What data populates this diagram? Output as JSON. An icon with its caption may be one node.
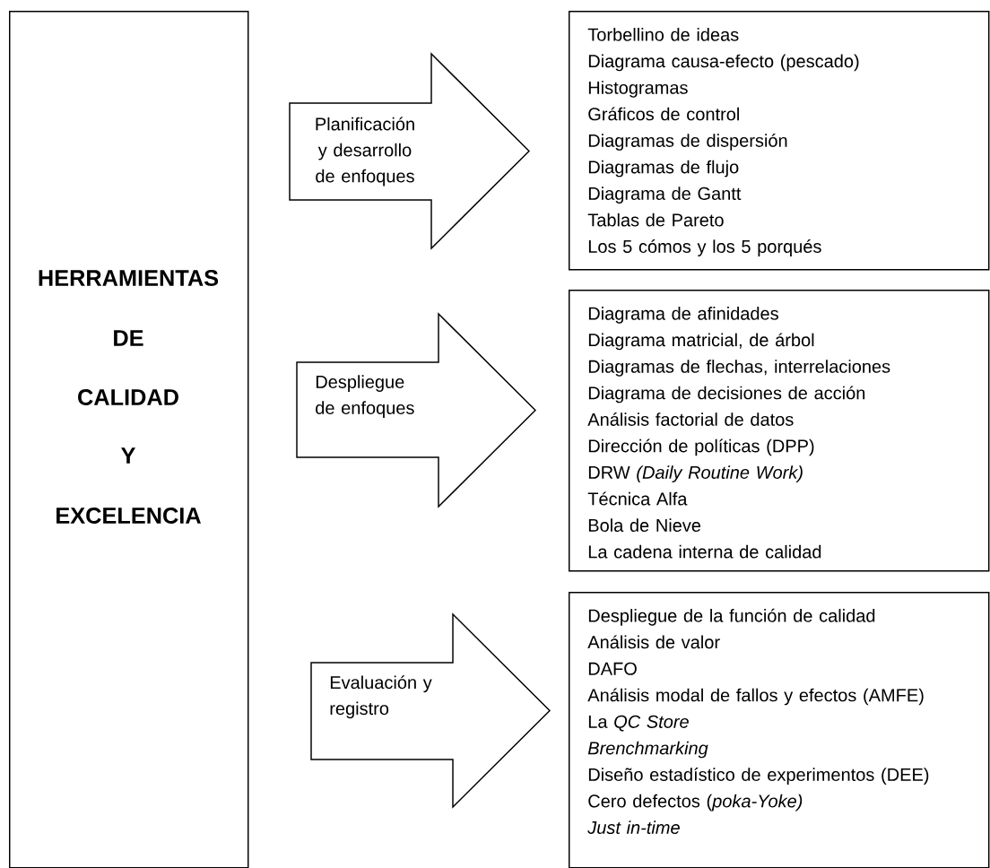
{
  "diagram": {
    "nodes": [
      {
        "text": [
          "HERRAMIENTAS",
          "DE",
          "CALIDAD",
          "Y",
          "EXCELENCIA"
        ]
      },
      {
        "text": [
          "Planificación y desarrollo de enfoques"
        ]
      },
      {
        "text": [
          "Torbellino de ideas",
          "Diagrama causa-efecto (pescado)",
          "Histogramas",
          "Gráficos de control",
          "Diagramas de dispersión",
          "Diagramas de flujo",
          "Diagrama de Gantt",
          "Tablas de Pareto",
          "Los 5 cómos y los 5 porqués"
        ]
      },
      {
        "text": [
          "Despliegue de enfoques"
        ]
      },
      {
        "text": [
          "Diagrama de afinidades",
          "Diagrama matricial, de árbol",
          "Diagramas de flechas, interrelaciones",
          "Diagrama de decisiones de acción",
          "Análisis factorial de datos",
          "Dirección de políticas (DPP)",
          "DRW *(Daily Routine Work)*",
          "Técnica Alfa",
          "Bola de Nieve",
          "La cadena interna de calidad"
        ]
      },
      {
        "text": [
          "Evaluación y registro"
        ]
      },
      {
        "text": [
          "Despliegue de la función de calidad",
          "Análisis de valor",
          "DAFO",
          "Análisis modal de fallos y efectos (AMFE)",
          "La *QC Store*",
          "*Brenchmarking*",
          "Diseño estadístico de experimentos (DEE)",
          "Cero defectos (*poka-Yoke)*",
          "*Just in-time*"
        ]
      }
    ]
  }
}
